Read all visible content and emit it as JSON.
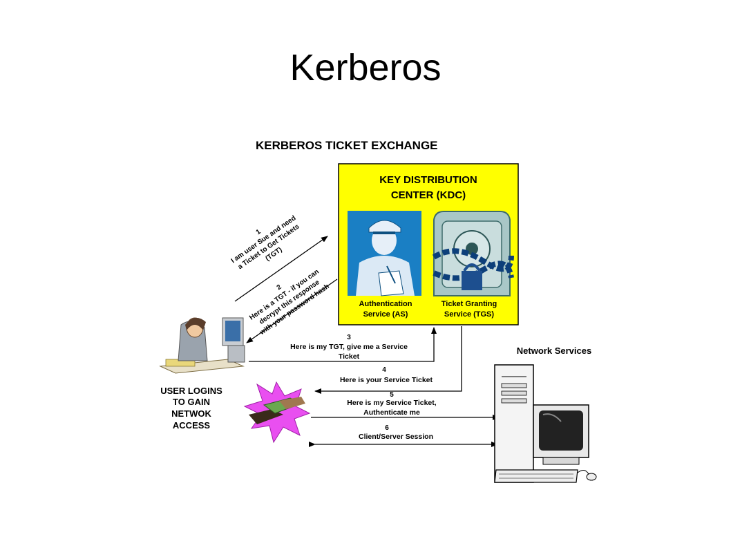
{
  "slide": {
    "title": "Kerberos"
  },
  "diagram": {
    "heading": "KERBEROS TICKET EXCHANGE",
    "kdc": {
      "title_line1": "KEY DISTRIBUTION",
      "title_line2": "CENTER (KDC)",
      "as_line1": "Authentication",
      "as_line2": "Service (AS)",
      "tgs_line1": "Ticket Granting",
      "tgs_line2": "Service (TGS)",
      "fill_color": "#ffff00"
    },
    "network_services_label": "Network Services",
    "user_label": [
      "USER LOGINS",
      "TO GAIN",
      "NETWOK",
      "ACCESS"
    ],
    "steps": [
      {
        "num": "1",
        "lines": [
          "I am user Sue and need",
          "a Ticket to Get Tickets",
          "(TGT)"
        ]
      },
      {
        "num": "2",
        "lines": [
          "Here is a TGT - if you can",
          "decrypt  this response",
          "with your password hash"
        ]
      },
      {
        "num": "3",
        "lines": [
          "Here is my TGT, give me a Service",
          "Ticket"
        ]
      },
      {
        "num": "4",
        "lines": [
          "Here is your Service Ticket"
        ]
      },
      {
        "num": "5",
        "lines": [
          "Here is my Service Ticket,",
          "Authenticate me"
        ]
      },
      {
        "num": "6",
        "lines": [
          "Client/Server Session"
        ]
      }
    ]
  }
}
